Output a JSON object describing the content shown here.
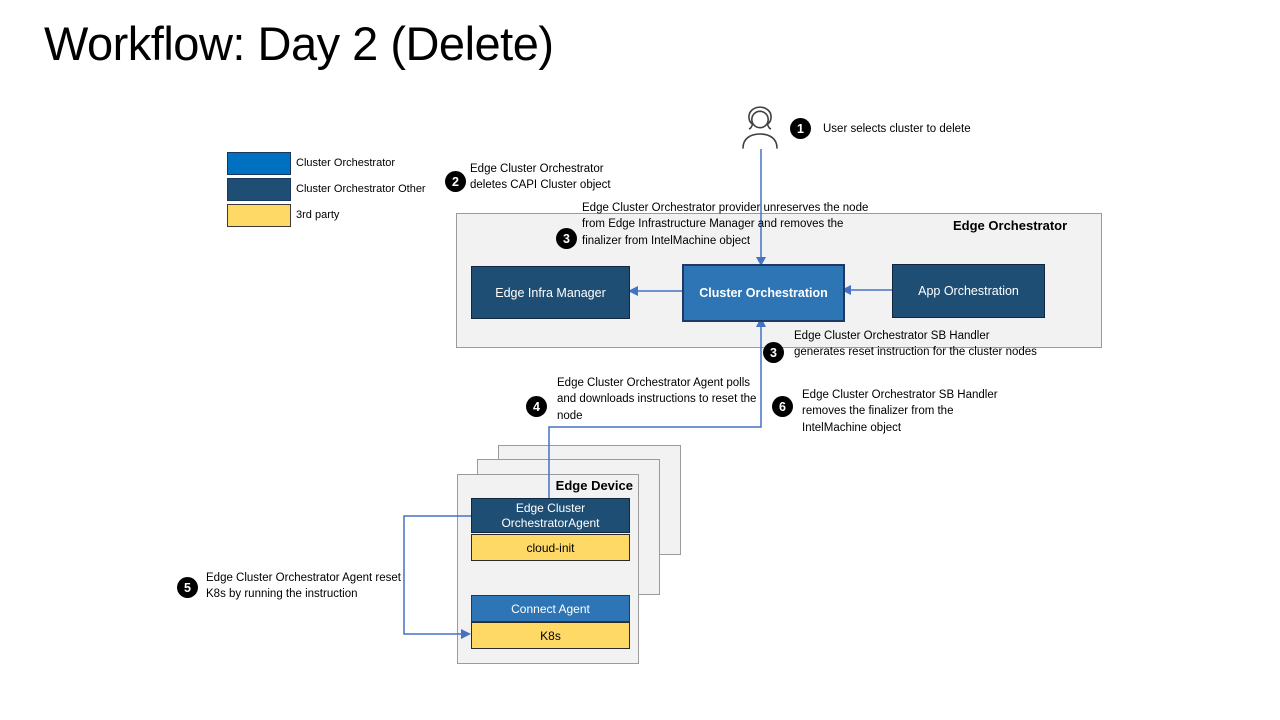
{
  "title": "Workflow: Day 2 (Delete)",
  "legend": {
    "items": [
      {
        "label": "Cluster Orchestrator",
        "color": "#0070C0"
      },
      {
        "label": "Cluster Orchestrator Other",
        "color": "#1F4E74"
      },
      {
        "label": "3rd party",
        "color": "#FFD966"
      }
    ]
  },
  "annotations": {
    "s1": {
      "num": "1",
      "text": "User selects cluster to delete"
    },
    "s2": {
      "num": "2",
      "text": "Edge Cluster Orchestrator deletes CAPI Cluster object"
    },
    "s3a": {
      "num": "3",
      "text": "Edge Cluster Orchestrator provider unreserves the node from Edge Infrastructure Manager and removes the finalizer from IntelMachine object"
    },
    "s3b": {
      "num": "3",
      "text": "Edge Cluster Orchestrator SB Handler generates reset instruction for the cluster nodes"
    },
    "s4": {
      "num": "4",
      "text": "Edge Cluster Orchestrator Agent polls and downloads instructions to reset the node"
    },
    "s6": {
      "num": "6",
      "text": "Edge Cluster Orchestrator SB Handler removes the finalizer from the IntelMachine object"
    },
    "s5": {
      "num": "5",
      "text": "Edge Cluster Orchestrator Agent reset K8s by running the instruction"
    }
  },
  "edge_orchestrator": {
    "label": "Edge Orchestrator",
    "infra_manager": "Edge Infra Manager",
    "cluster_orchestration": "Cluster Orchestration",
    "app_orchestration": "App Orchestration"
  },
  "edge_device": {
    "label": "Edge Device",
    "agent": "Edge Cluster OrchestratorAgent",
    "cloud_init": "cloud-init",
    "connect_agent": "Connect Agent",
    "k8s": "K8s"
  },
  "colors": {
    "legend_blue": "#0070C0",
    "cluster_orchestration_blue": "#2E75B6",
    "dark_blue": "#1F4E74",
    "third_party_yellow": "#FFD966",
    "connector_blue": "#4472C4"
  }
}
